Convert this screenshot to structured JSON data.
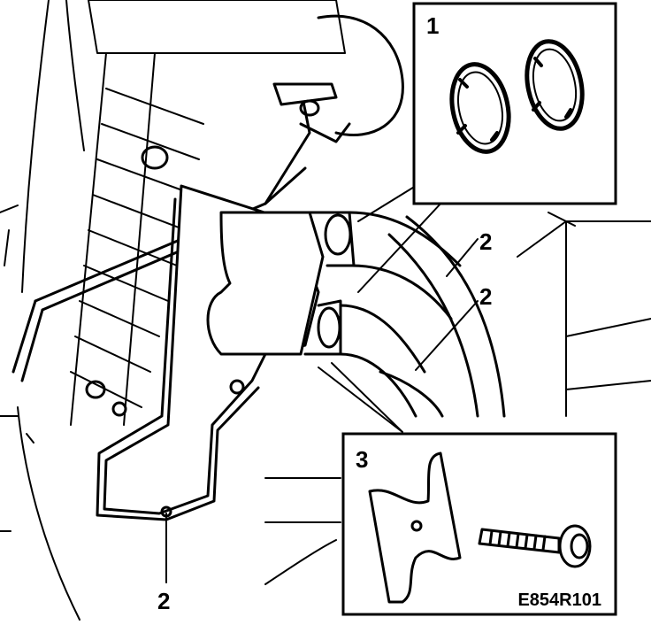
{
  "diagram": {
    "callouts": {
      "detail_1_number": "1",
      "detail_3_number": "3",
      "pointer_a": "2",
      "pointer_b": "2",
      "pointer_c": "2"
    },
    "figure_code": "E854R101",
    "insets": {
      "detail_1": "o-ring-seals",
      "detail_3": "bracket-and-bolt"
    },
    "colors": {
      "line": "#000000",
      "background": "#ffffff"
    }
  }
}
